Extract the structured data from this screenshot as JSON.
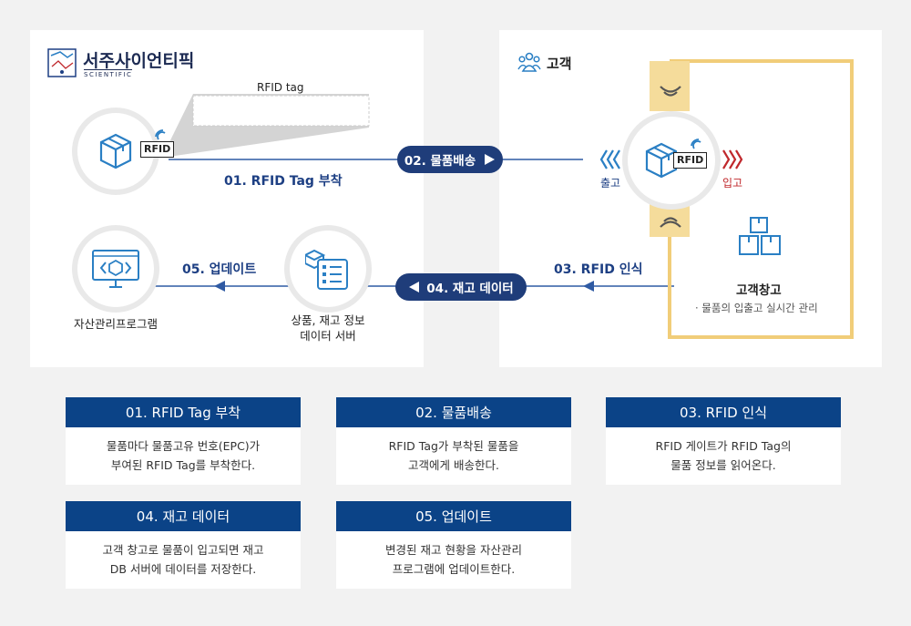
{
  "company": {
    "name": "서주사이언티픽",
    "subname": "SCIENTIFIC"
  },
  "customer": {
    "label": "고객"
  },
  "rfid_tag_label": "RFID tag",
  "rfid_badge": "RFID",
  "nodes": {
    "asset_program": "자산관리프로그램",
    "server_line1": "상품, 재고 정보",
    "server_line2": "데이터 서버",
    "warehouse_title": "고객창고",
    "warehouse_desc": "· 물품의 입출고 실시간 관리"
  },
  "gate": {
    "out_label": "출고",
    "in_label": "입고"
  },
  "flow": {
    "step1": "01. RFID Tag 부착",
    "step2": "02. 물품배송",
    "step3": "03. RFID 인식",
    "step4": "04. 재고 데이터",
    "step5": "05. 업데이트"
  },
  "cards": [
    {
      "title": "01. RFID Tag 부착",
      "line1": "물품마다 물품고유 번호(EPC)가",
      "line2": "부여된 RFID Tag를 부착한다."
    },
    {
      "title": "02. 물품배송",
      "line1": "RFID Tag가 부착된 물품을",
      "line2": "고객에게 배송한다."
    },
    {
      "title": "03. RFID 인식",
      "line1": "RFID 게이트가 RFID Tag의",
      "line2": "물품 정보를 읽어온다."
    },
    {
      "title": "04. 재고 데이터",
      "line1": "고객 창고로 물품이 입고되면 재고",
      "line2": "DB 서버에 데이터를 저장한다."
    },
    {
      "title": "05. 업데이트",
      "line1": "변경된 재고 현황을 자산관리",
      "line2": "프로그램에 업데이트한다."
    }
  ],
  "colors": {
    "navy": "#1f3d7a",
    "card_head": "#0b4387",
    "flow_text": "#1d3f83",
    "blue_icon": "#2a7fc4",
    "red_arrow": "#c0282c",
    "gold_frame": "#f1cd79"
  },
  "icons": [
    "company-logo-icon",
    "customer-group-icon",
    "box-icon",
    "wifi-signal-icon",
    "monitor-box-icon",
    "server-list-icon",
    "boxes-stack-icon",
    "chevron-left-icon",
    "chevron-right-icon",
    "arrow-left-icon",
    "arrow-right-icon"
  ]
}
